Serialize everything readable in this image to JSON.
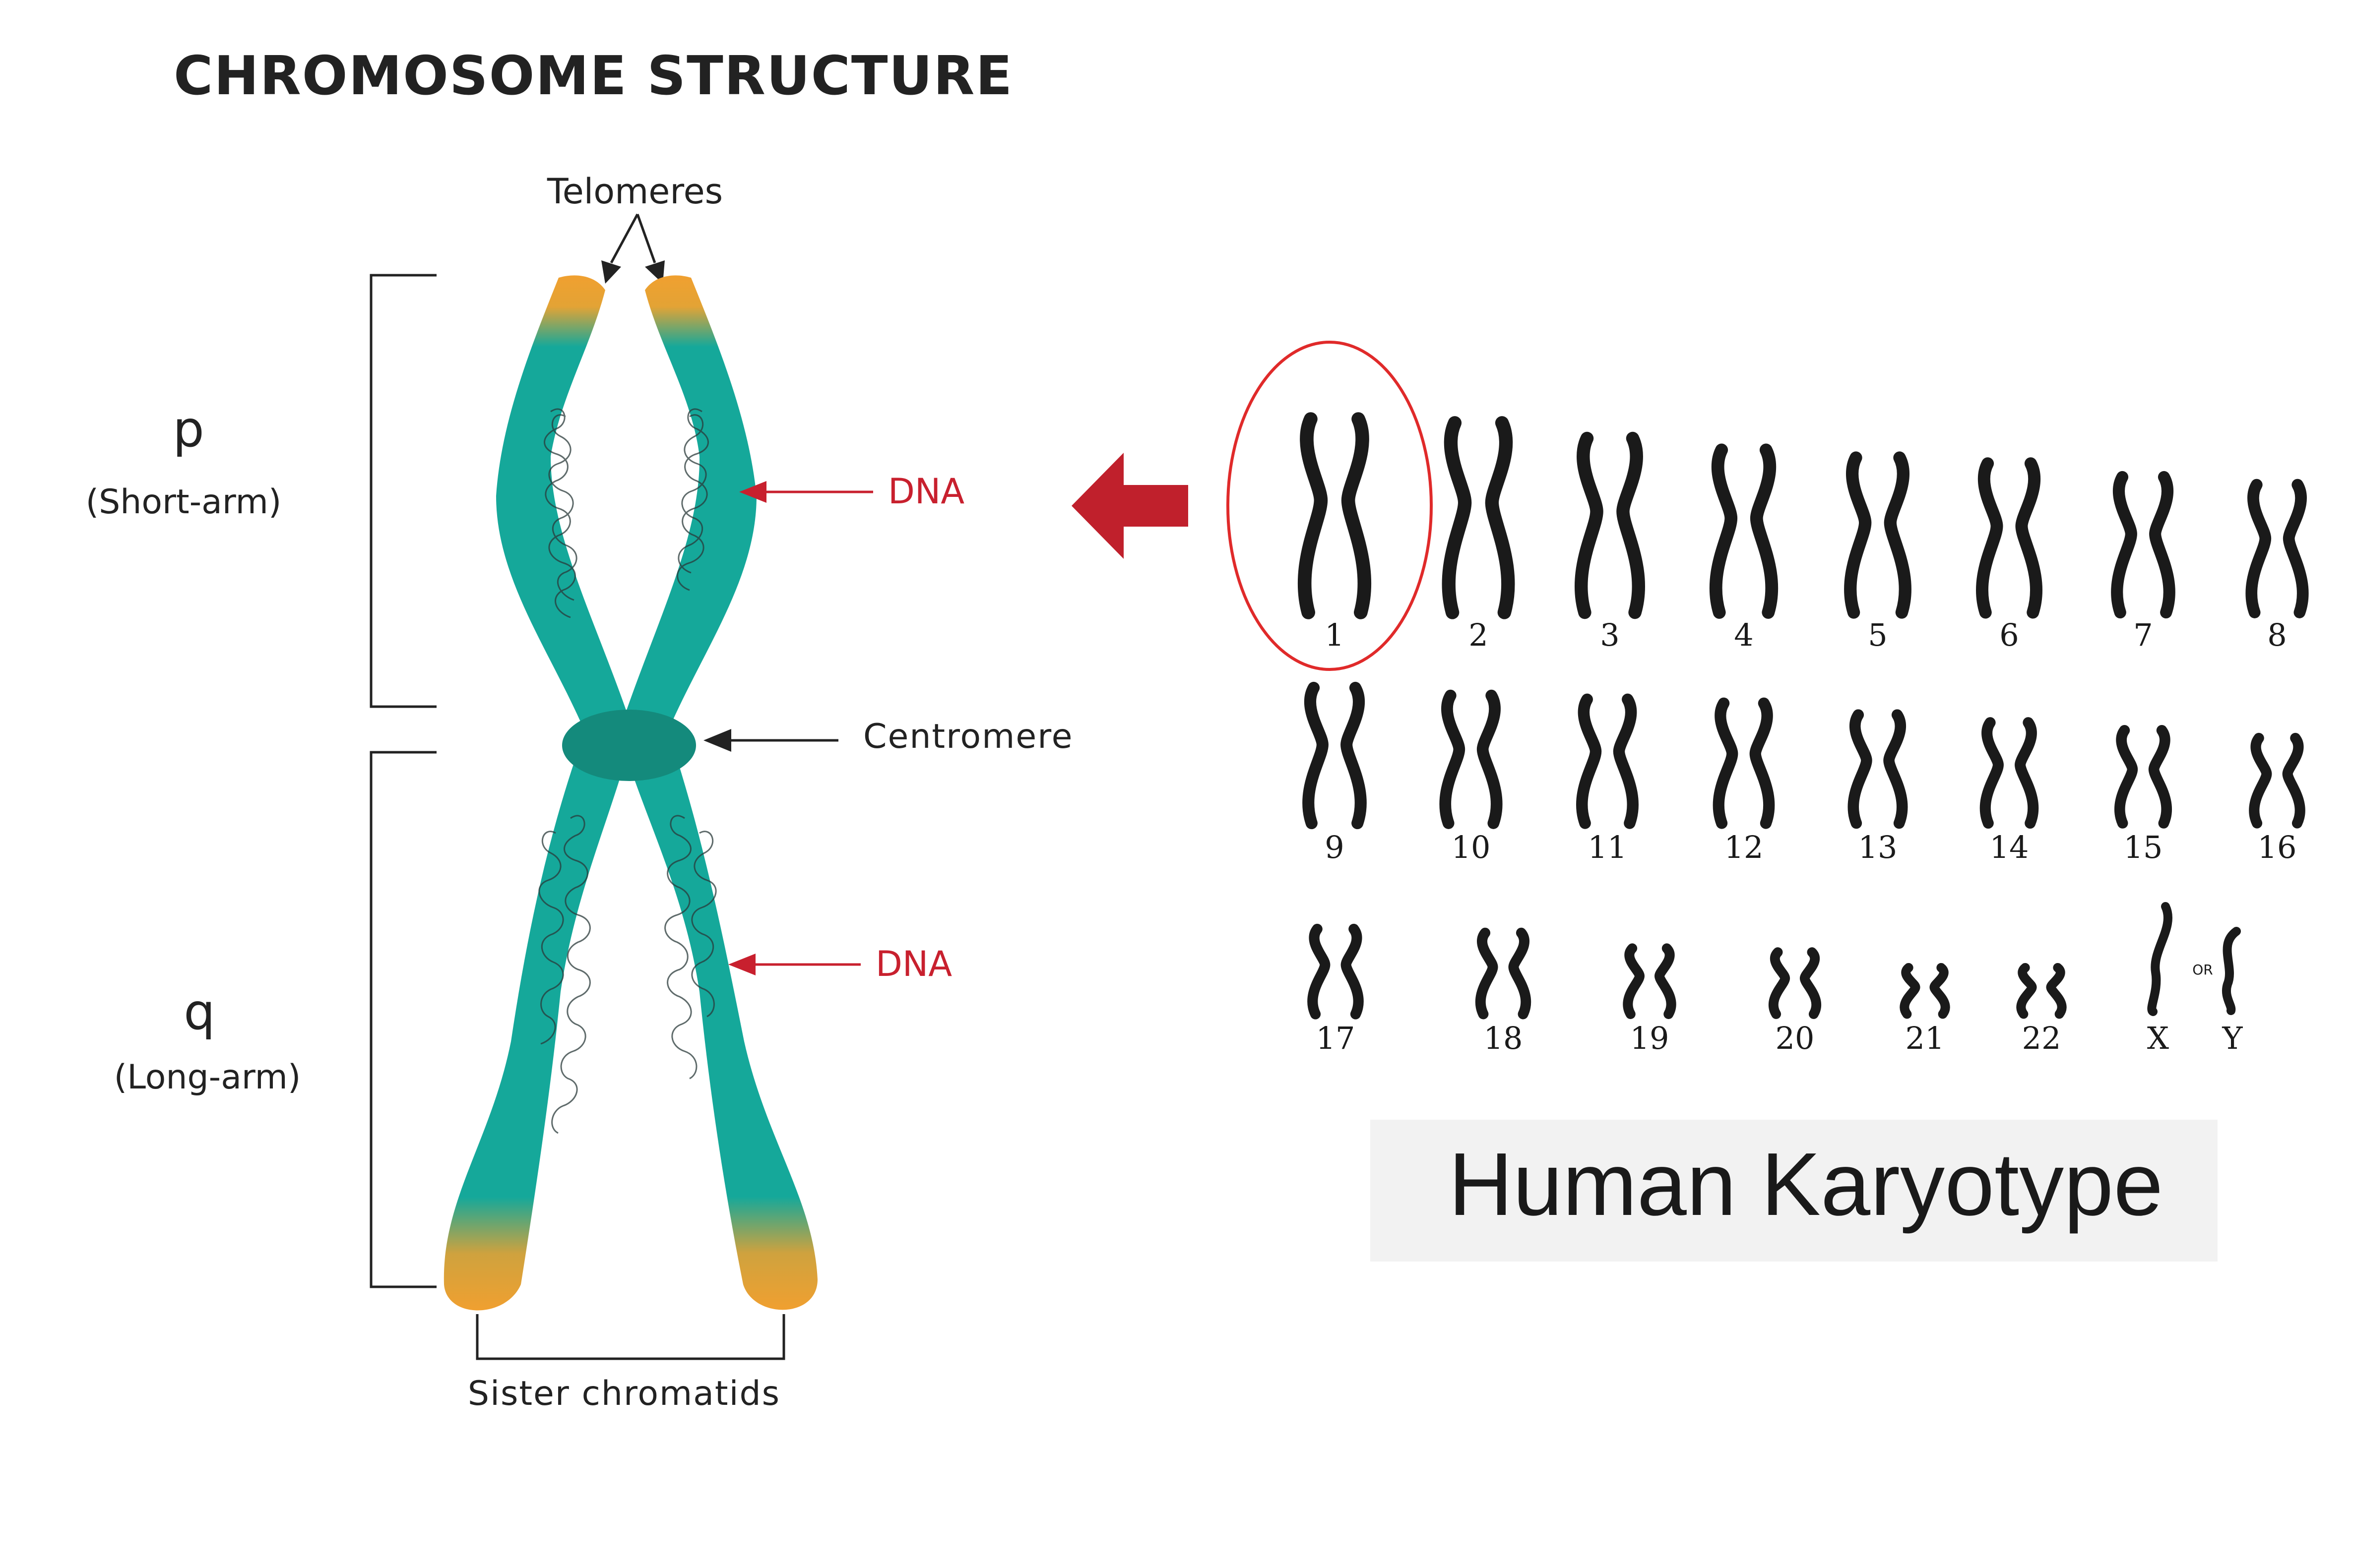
{
  "diagram": {
    "title": "CHROMOSOME STRUCTURE",
    "labels": {
      "telomeres": "Telomeres",
      "p_arm": "p",
      "p_arm_desc": "(Short-arm)",
      "q_arm": "q",
      "q_arm_desc": "(Long-arm)",
      "dna_upper": "DNA",
      "dna_lower": "DNA",
      "centromere": "Centromere",
      "sister_chromatids": "Sister chromatids"
    },
    "colors": {
      "chromatid": "#15a89a",
      "centromere": "#148a7c",
      "telomere": "#f0a030",
      "dna_label": "#c8202e",
      "highlight_arrow": "#c0202c",
      "highlight_circle": "#e02a2a",
      "karyotype_chromosome": "#1a1a1a",
      "banner_bg": "#f2f2f2",
      "text": "#222222"
    }
  },
  "karyotype": {
    "title": "Human Karyotype",
    "pairs": [
      {
        "label": "1",
        "size": 1.0,
        "highlighted": true
      },
      {
        "label": "2",
        "size": 0.98
      },
      {
        "label": "3",
        "size": 0.9
      },
      {
        "label": "4",
        "size": 0.84
      },
      {
        "label": "5",
        "size": 0.8
      },
      {
        "label": "6",
        "size": 0.77
      },
      {
        "label": "7",
        "size": 0.7
      },
      {
        "label": "8",
        "size": 0.66
      },
      {
        "label": "9",
        "size": 0.7
      },
      {
        "label": "10",
        "size": 0.66
      },
      {
        "label": "11",
        "size": 0.64
      },
      {
        "label": "12",
        "size": 0.62
      },
      {
        "label": "13",
        "size": 0.56
      },
      {
        "label": "14",
        "size": 0.52
      },
      {
        "label": "15",
        "size": 0.48
      },
      {
        "label": "16",
        "size": 0.44
      },
      {
        "label": "17",
        "size": 0.44
      },
      {
        "label": "18",
        "size": 0.42
      },
      {
        "label": "19",
        "size": 0.34
      },
      {
        "label": "20",
        "size": 0.32
      },
      {
        "label": "21",
        "size": 0.24
      },
      {
        "label": "22",
        "size": 0.24
      }
    ],
    "sex": {
      "x_label": "X",
      "y_label": "Y",
      "or_label": "OR"
    }
  }
}
